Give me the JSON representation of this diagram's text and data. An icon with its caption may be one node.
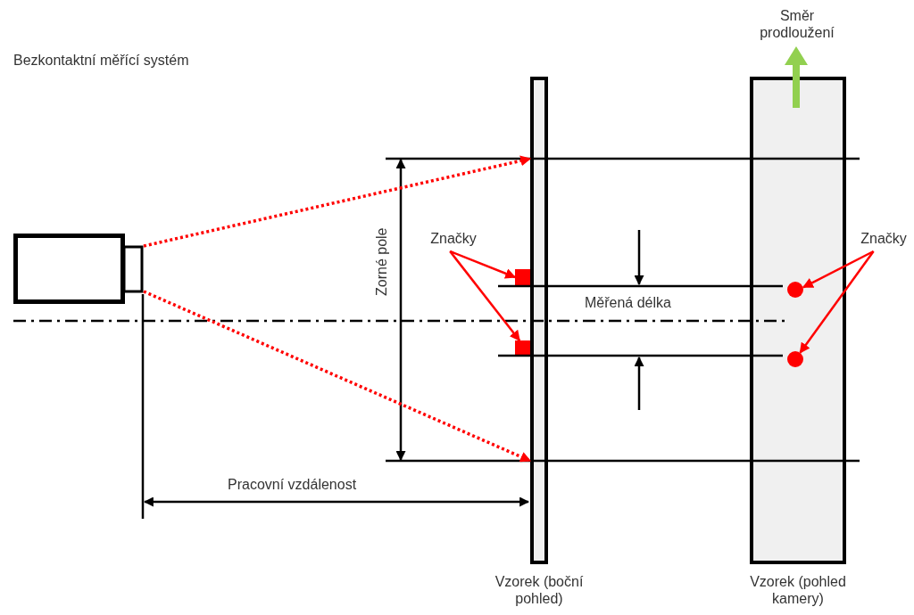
{
  "diagram": {
    "title": "Bezkontaktní měřící systém",
    "nodes": [
      {
        "text": [],
        "shape": "box"
      },
      {
        "text": [],
        "shape": "bar",
        "beside": [
          "Vzorek (boční pohled)"
        ]
      },
      {
        "text": [],
        "shape": "bar",
        "beside": [
          "Vzorek (pohled kamery)"
        ]
      },
      {
        "text": [
          "Značky"
        ]
      },
      {
        "text": [],
        "shape": "box"
      },
      {
        "text": [],
        "shape": "box"
      },
      {
        "text": [
          "Značky"
        ]
      },
      {
        "text": [],
        "shape": "circle",
        "in": 2
      },
      {
        "text": [],
        "shape": "circle",
        "in": 2
      }
    ],
    "edges": [
      {
        "from": 0,
        "to": 1,
        "arrow": "to",
        "style": "dashed",
        "color": "#ff0000"
      },
      {
        "from": 0,
        "to": 1,
        "arrow": "to",
        "style": "dashed",
        "color": "#ff0000"
      },
      {
        "from": 3,
        "to": 4,
        "arrow": "to",
        "color": "#ff0000"
      },
      {
        "from": 3,
        "to": 5,
        "arrow": "to",
        "color": "#ff0000"
      },
      {
        "from": 6,
        "to": 7,
        "arrow": "to",
        "color": "#ff0000"
      },
      {
        "from": 6,
        "to": 8,
        "arrow": "to",
        "color": "#ff0000"
      }
    ],
    "labels": [
      "Směr prodloužení",
      "Zorné pole",
      "Měřená délka",
      "Pracovní vzdálenost"
    ]
  }
}
